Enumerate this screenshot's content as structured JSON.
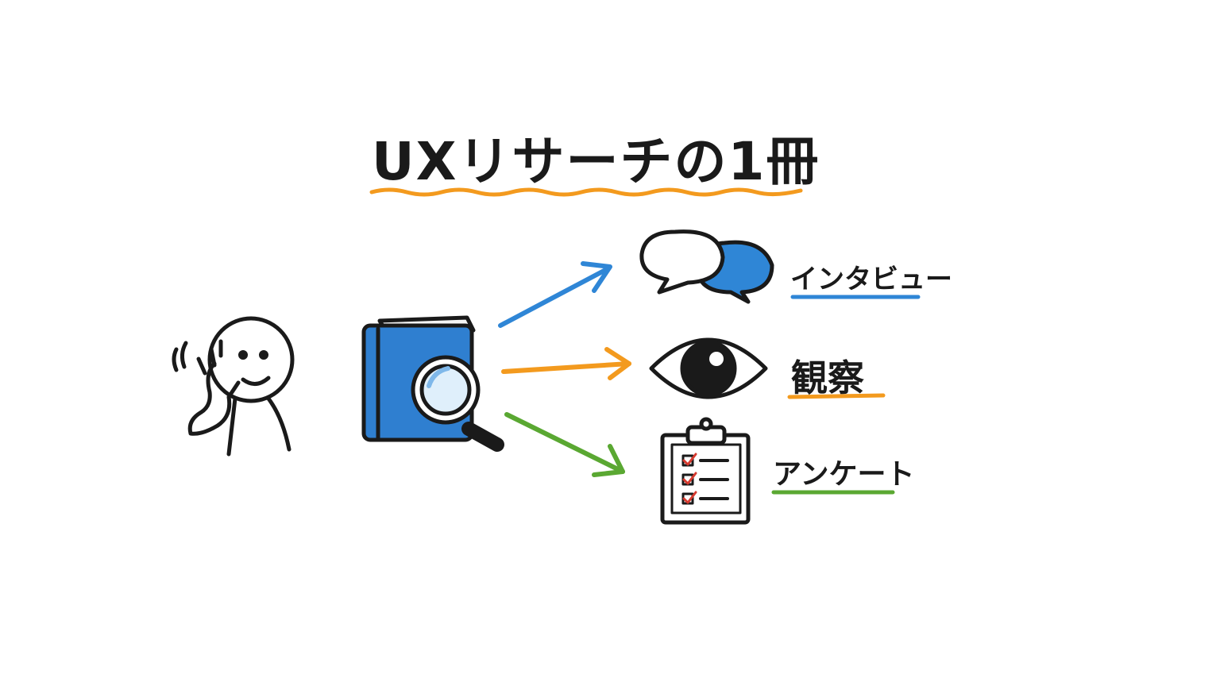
{
  "title": "UXリサーチの1冊",
  "colors": {
    "ink": "#1a1a1a",
    "blue": "#2f86d6",
    "orange": "#f39a1e",
    "green": "#5aa832",
    "book_blue": "#2f7fd0"
  },
  "methods": [
    {
      "label": "インタビュー",
      "icon": "speech-bubbles-icon",
      "accent": "#2f86d6"
    },
    {
      "label": "観察",
      "icon": "eye-icon",
      "accent": "#f39a1e"
    },
    {
      "label": "アンケート",
      "icon": "clipboard-checklist-icon",
      "accent": "#5aa832"
    }
  ],
  "icons": {
    "person": "person-listening-icon",
    "book": "book-magnifier-icon"
  }
}
